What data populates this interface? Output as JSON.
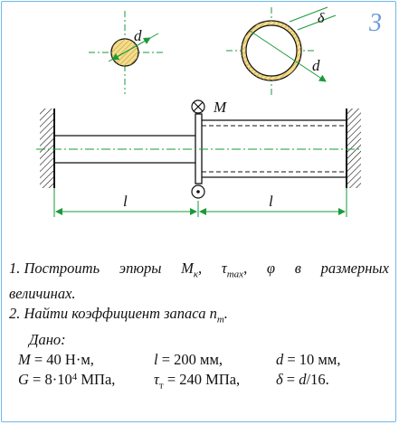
{
  "badge": "3",
  "labels": {
    "d1": "d",
    "delta": "δ",
    "d2": "d",
    "moment": "M",
    "l1": "l",
    "l2": "l"
  },
  "tasks": {
    "t1_a": "1. Построить",
    "t1_b": "эпюры",
    "t1_c": "M",
    "t1_c_sub": "к",
    "t1_d": ",",
    "t1_e": "τ",
    "t1_e_sub": "max",
    "t1_f": ",",
    "t1_g": "φ",
    "t1_h": "в",
    "t1_i": "размерных",
    "t1_line2": "величинах.",
    "t2": "2. Найти коэффициент запаса n",
    "t2_sub": "т",
    "t2_end": "."
  },
  "given": {
    "title": "Дано:",
    "M_var": "M",
    "M_val": " = 40 Н·м,",
    "l_var": "l",
    "l_val": " = 200 мм,",
    "d_var": "d",
    "d_val": " = 10 мм,",
    "G_var": "G",
    "G_val": " = 8·10",
    "G_exp": "4",
    "G_unit": " МПа,",
    "tau_var": "τ",
    "tau_sub": "т",
    "tau_val": " = 240 МПа,",
    "delta_var": "δ",
    "delta_val": " = ",
    "delta_expr": "d",
    "delta_end": "/16."
  }
}
